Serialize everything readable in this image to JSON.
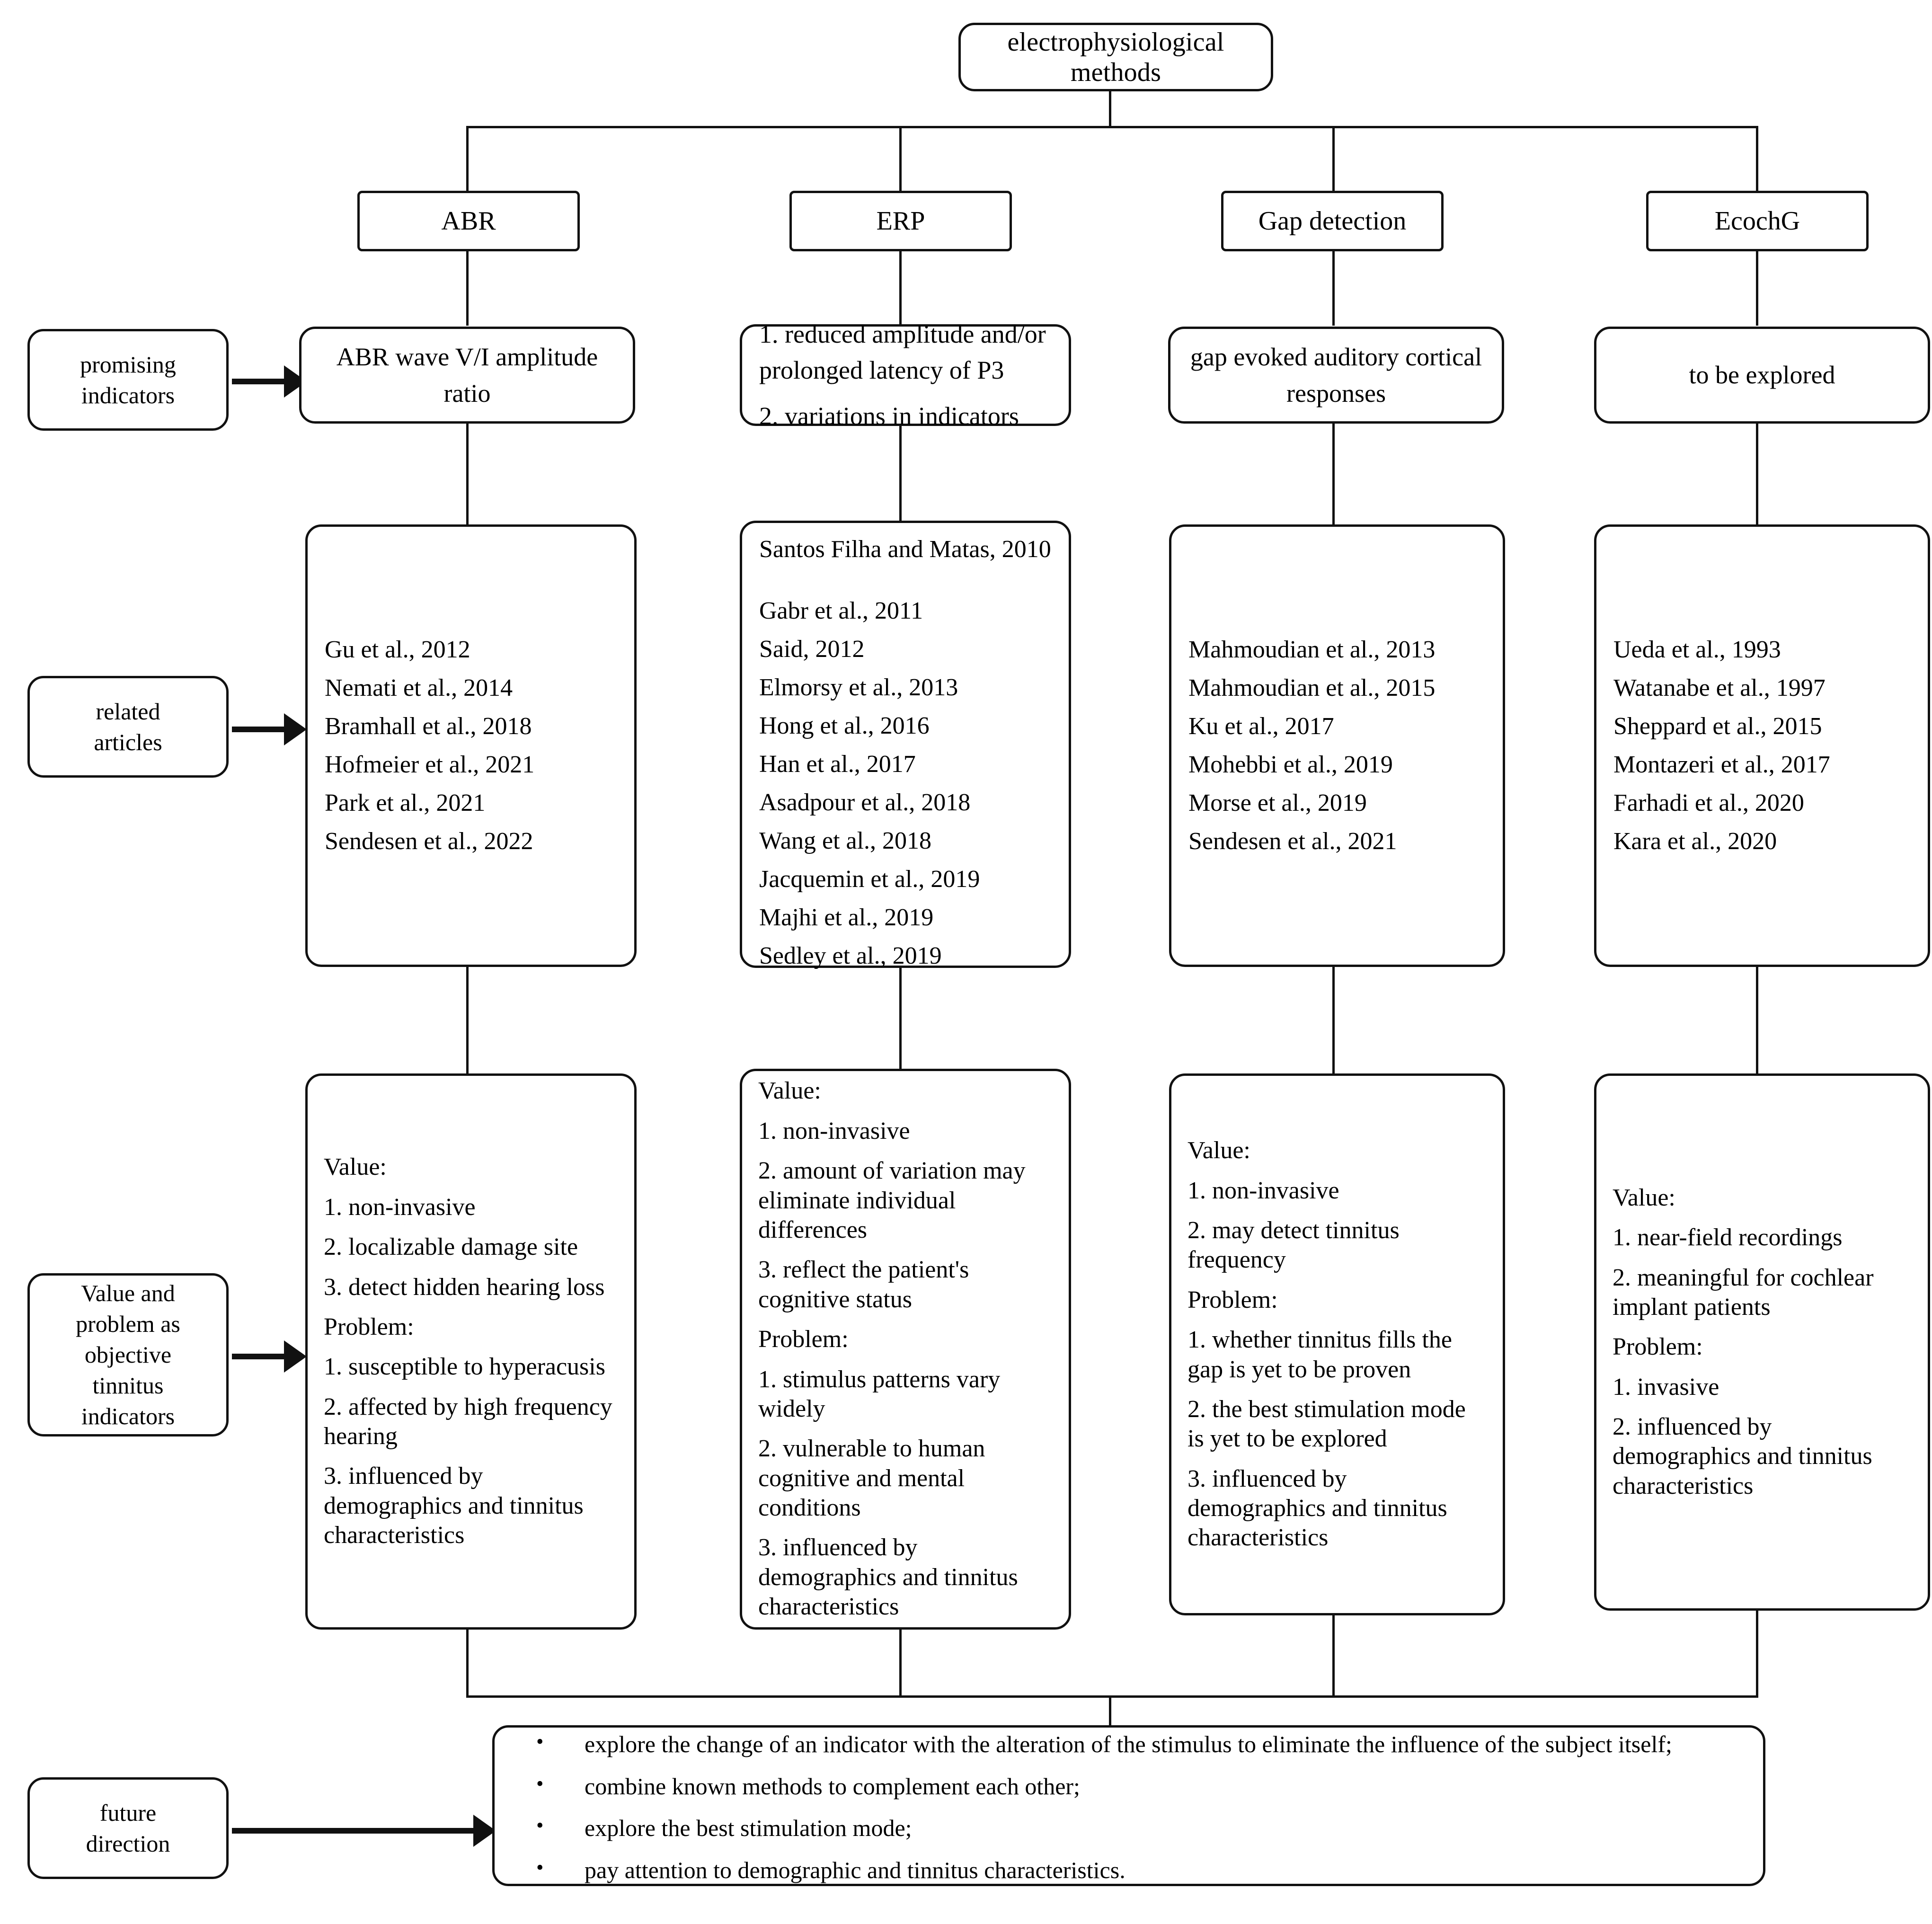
{
  "diagram": {
    "root": {
      "label": "electrophysiological methods"
    },
    "row_labels": {
      "promising": "promising\nindicators",
      "related": "related\narticles",
      "value_problem": "Value and\nproblem as\nobjective\ntinnitus\nindicators",
      "future": "future\ndirection"
    },
    "columns": [
      {
        "method": "ABR",
        "indicators": [
          "ABR wave V/I amplitude ratio"
        ],
        "articles": [
          "Gu et al., 2012",
          "Nemati et al., 2014",
          "Bramhall et al., 2018",
          "Hofmeier et al., 2021",
          "Park et al., 2021",
          "Sendesen et al., 2022"
        ],
        "value_problem": [
          "Value:",
          "1. non-invasive",
          "2. localizable damage site",
          "3. detect hidden hearing loss",
          "Problem:",
          "1. susceptible to hyperacusis",
          "2. affected by high frequency hearing",
          "3. influenced by demographics and tinnitus characteristics"
        ]
      },
      {
        "method": "ERP",
        "indicators": [
          "1. reduced amplitude and/or prolonged latency of P3",
          "2. variations in indicators"
        ],
        "articles": [
          "Santos Filha and Matas, 2010",
          "Gabr et al., 2011",
          "Said, 2012",
          "Elmorsy et al., 2013",
          "Hong et al., 2016",
          "Han et al., 2017",
          "Asadpour et al., 2018",
          "Wang et al., 2018",
          "Jacquemin et al., 2019",
          "Majhi et al., 2019",
          "Sedley et al., 2019"
        ],
        "value_problem": [
          "Value:",
          "1. non-invasive",
          "2. amount of variation may eliminate individual differences",
          "3. reflect the patient's cognitive status",
          "Problem:",
          "1. stimulus patterns vary widely",
          "2. vulnerable to human cognitive and mental conditions",
          "3. influenced by demographics and tinnitus characteristics"
        ]
      },
      {
        "method": "Gap detection",
        "indicators": [
          "gap evoked auditory cortical responses"
        ],
        "articles": [
          "Mahmoudian et al., 2013",
          "Mahmoudian et al., 2015",
          "Ku et al., 2017",
          "Mohebbi et al., 2019",
          "Morse et al., 2019",
          "Sendesen et al., 2021"
        ],
        "value_problem": [
          "Value:",
          "1. non-invasive",
          "2. may detect tinnitus frequency",
          "Problem:",
          "1. whether tinnitus fills the gap is yet to be proven",
          "2. the best stimulation mode is yet to be explored",
          "3. influenced by demographics and tinnitus characteristics"
        ]
      },
      {
        "method": "EcochG",
        "indicators": [
          "to be explored"
        ],
        "articles": [
          "Ueda et al., 1993",
          "Watanabe et al., 1997",
          "Sheppard et al., 2015",
          "Montazeri et al., 2017",
          "Farhadi et al., 2020",
          "Kara et al., 2020"
        ],
        "value_problem": [
          "Value:",
          "1. near-field recordings",
          "2. meaningful for cochlear implant patients",
          "Problem:",
          "1. invasive",
          "2. influenced by demographics and tinnitus characteristics"
        ]
      }
    ],
    "future_direction": [
      "explore the change of an indicator with the alteration of the stimulus to eliminate the influence of the subject itself;",
      "combine known methods to complement each other;",
      "explore the best stimulation mode;",
      "pay attention to demographic and tinnitus characteristics."
    ],
    "colors": {
      "stroke": "#111111",
      "background": "#ffffff",
      "text": "#000000"
    }
  }
}
